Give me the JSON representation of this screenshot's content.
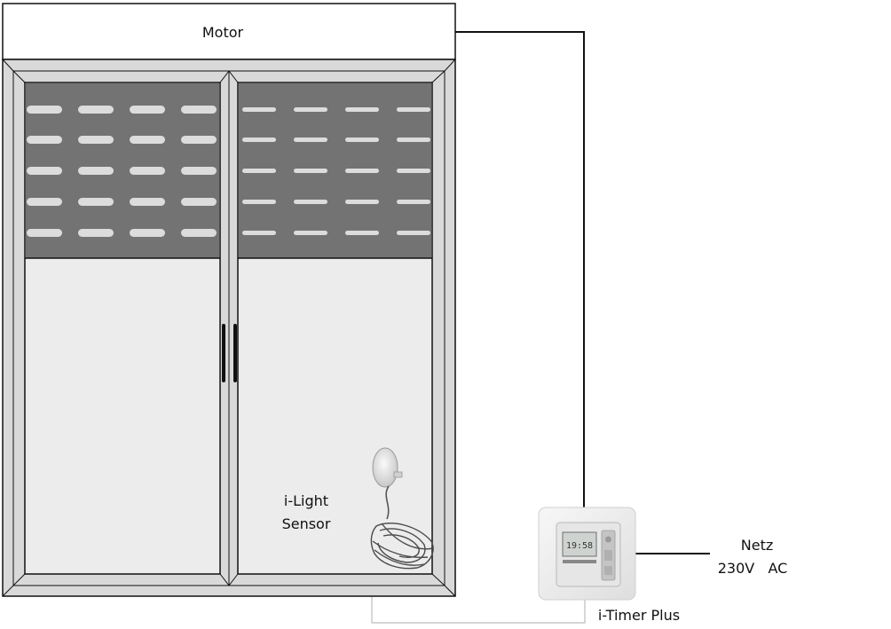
{
  "labels": {
    "motor": "Motor",
    "sensor_line1": "i-Light",
    "sensor_line2": "Sensor",
    "timer": "i-Timer Plus",
    "mains_line1": "Netz",
    "mains_line2": "230V   AC",
    "timer_display": "19:58"
  },
  "colors": {
    "frame": "#d9d9d9",
    "glass": "#ececec",
    "blind": "#737373",
    "slat": "#dcdcdc",
    "outline": "#111111",
    "sensor_cable": "#bdbdbd"
  }
}
